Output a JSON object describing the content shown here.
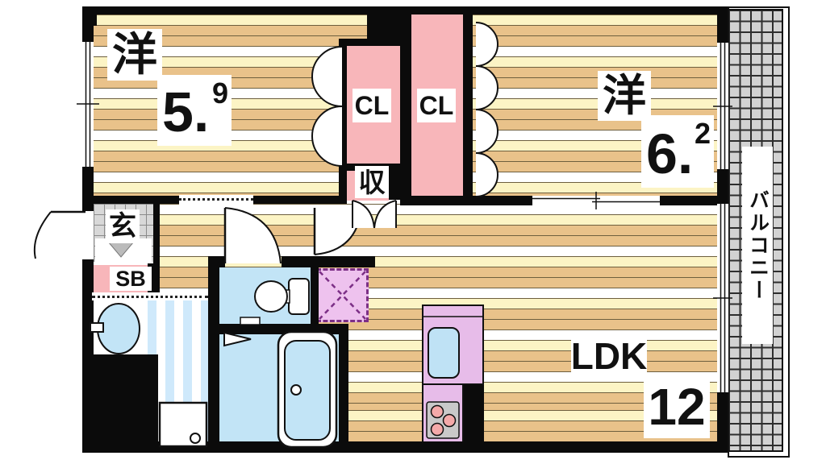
{
  "plan_type": "apartment-floor-plan",
  "rooms": {
    "west_bedroom": {
      "label": "洋",
      "size_main": "5.",
      "size_sup": "9"
    },
    "east_bedroom": {
      "label": "洋",
      "size_main": "6.",
      "size_sup": "2"
    },
    "ldk": {
      "label": "LDK",
      "size": "12"
    },
    "closet_west": {
      "label": "CL"
    },
    "closet_east": {
      "label": "CL"
    },
    "storage": {
      "label": "収"
    },
    "entrance": {
      "label": "玄"
    },
    "shoe_box": {
      "label": "SB"
    },
    "balcony": {
      "label": "バルコニー"
    }
  },
  "colors": {
    "wall": "#0b0b0b",
    "closet_pink": "#f8b6ba",
    "kitchen_violet": "#e7bce9",
    "refrigerator_violet": "#eec2ee",
    "refrigerator_dash": "#7c2f86",
    "water_blue": "#c2e4f6",
    "wash_stripe_blue": "#cfe9fb",
    "wood_tan": "#e9c28a",
    "wood_cream": "#fcf4c5",
    "entrance_tile_gray": "#d8d8d8",
    "balcony_gray": "#d2d2d2"
  }
}
